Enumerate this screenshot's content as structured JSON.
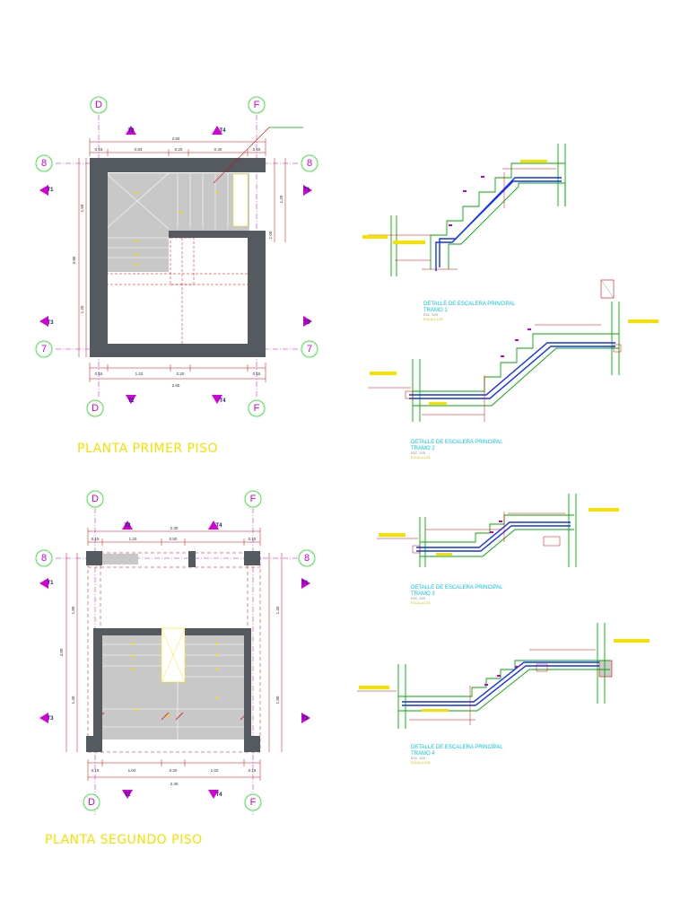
{
  "plans": {
    "first_floor": {
      "title": "PLANTA PRIMER PISO",
      "axes": {
        "top_left": "D",
        "top_right": "F",
        "left_top": "8",
        "right_top": "8",
        "left_bottom": "7",
        "right_bottom": "7",
        "bottom_left": "D",
        "bottom_right": "F"
      },
      "cuts": {
        "top_a": "T2",
        "top_b": "T4",
        "left": "T1",
        "right": "T1",
        "left_low": "T3",
        "right_low": "T3",
        "bottom_a": "T2",
        "bottom_b": "T4"
      },
      "dims": {
        "top_total": "2.84",
        "top_1": "0.15",
        "top_2": "0.83",
        "top_3": "0.20",
        "top_4": "0.40",
        "top_5": "0.15",
        "bottom_total": "2.60",
        "bottom_1": "0.15",
        "bottom_2": "1.22",
        "bottom_3": "0.20",
        "bottom_4": "0.15",
        "left_total": "3.80",
        "left_1": "1.50",
        "left_2": "1.20",
        "right_1": "1.20",
        "right_2": "1.00"
      }
    },
    "second_floor": {
      "title": "PLANTA SEGUNDO PISO",
      "axes": {
        "top_left": "D",
        "top_right": "F",
        "left_top": "8",
        "right_top": "8",
        "bottom_left": "D",
        "bottom_right": "F"
      },
      "cuts": {
        "top_a": "T2",
        "top_b": "T4",
        "left": "T1",
        "right": "T1",
        "left_low": "T3",
        "right_low": "T3",
        "bottom_a": "T2",
        "bottom_b": "T4"
      },
      "dims": {
        "top_total": "2.30",
        "top_1": "0.15",
        "top_2": "1.20",
        "top_3": "0.50",
        "top_4": "0.15",
        "bottom_total": "2.30",
        "bottom_1": "0.15",
        "bottom_2": "1.02",
        "bottom_3": "0.20",
        "bottom_4": "1.02",
        "bottom_5": "0.15",
        "left_total": "4.80",
        "left_1": "1.80",
        "left_2": "1.40",
        "right_1": "1.40",
        "right_2": "1.80"
      }
    }
  },
  "details": [
    {
      "title": "DETALLE DE ESCALERA PRINCIPAL",
      "subtitle": "TRAMO 1",
      "note": "ESC. 1/25",
      "scale": "ESCALA 1/25"
    },
    {
      "title": "DETALLE DE ESCALERA PRINCIPAL",
      "subtitle": "TRAMO 2",
      "note": "ESC. 1/25",
      "scale": "ESCALA 1/25"
    },
    {
      "title": "DETALLE DE ESCALERA PRINCIPAL",
      "subtitle": "TRAMO 3",
      "note": "ESC. 1/25",
      "scale": "ESCALA 1/25"
    },
    {
      "title": "DETALLE DE ESCALERA PRINCIPAL",
      "subtitle": "TRAMO 4",
      "note": "ESC. 1/25",
      "scale": "ESCALA 1/25"
    }
  ],
  "colors": {
    "axis": "#d400d4",
    "wall": "#555a60",
    "stair_fill": "#c8c8c8",
    "dimension": "#e00000",
    "title": "#f5e100",
    "detail_title": "#00c8e6",
    "rebar": "#1030ff",
    "concrete": "#00a800"
  }
}
